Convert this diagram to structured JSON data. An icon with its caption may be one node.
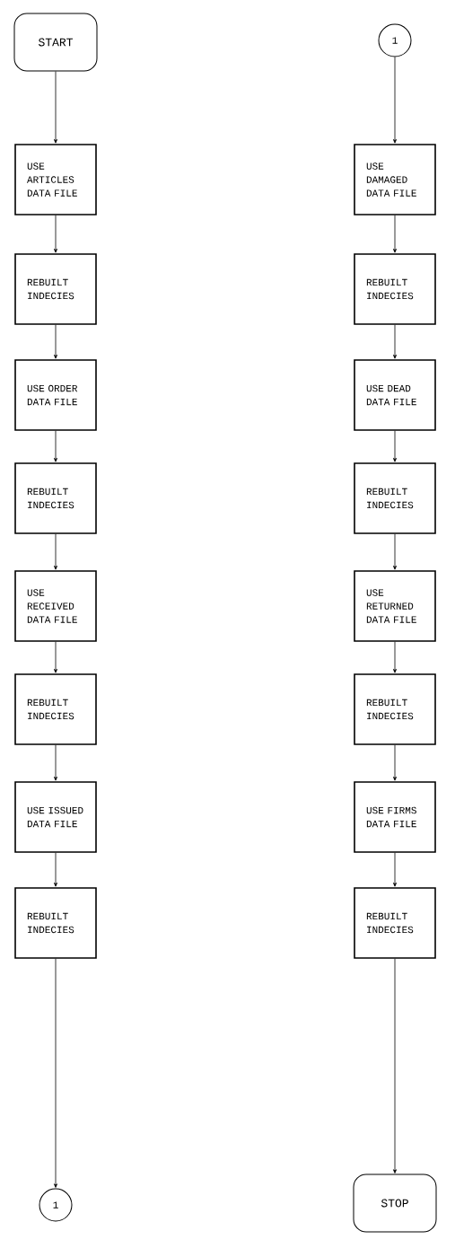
{
  "diagram": {
    "nodes": [
      {
        "text": [
          "START"
        ]
      },
      {
        "text": [
          "USE ARTICLES DATA FILE"
        ]
      },
      {
        "text": [
          "REBUILT INDECIES"
        ]
      },
      {
        "text": [
          "USE ORDER DATA FILE"
        ]
      },
      {
        "text": [
          "REBUILT INDECIES"
        ]
      },
      {
        "text": [
          "USE RECEIVED DATA FILE"
        ]
      },
      {
        "text": [
          "REBUILT INDECIES"
        ]
      },
      {
        "text": [
          "USE ISSUED DATA FILE"
        ]
      },
      {
        "text": [
          "REBUILT INDECIES"
        ]
      },
      {
        "text": [
          "1"
        ]
      },
      {
        "text": [
          "1"
        ]
      },
      {
        "text": [
          "USE DAMAGED DATA FILE"
        ]
      },
      {
        "text": [
          "REBUILT INDECIES"
        ]
      },
      {
        "text": [
          "USE DEAD DATA FILE"
        ]
      },
      {
        "text": [
          "REBUILT INDECIES"
        ]
      },
      {
        "text": [
          "USE RETURNED DATA FILE"
        ]
      },
      {
        "text": [
          "REBUILT INDECIES"
        ]
      },
      {
        "text": [
          "USE FIRMS DATA FILE"
        ]
      },
      {
        "text": [
          "REBUILT INDECIES"
        ]
      },
      {
        "text": [
          "STOP"
        ]
      }
    ],
    "edges": [
      {
        "from": 0,
        "to": 1,
        "arrow": "to"
      },
      {
        "from": 1,
        "to": 2,
        "arrow": "to"
      },
      {
        "from": 2,
        "to": 3,
        "arrow": "to"
      },
      {
        "from": 3,
        "to": 4,
        "arrow": "to"
      },
      {
        "from": 4,
        "to": 5,
        "arrow": "to"
      },
      {
        "from": 5,
        "to": 6,
        "arrow": "to"
      },
      {
        "from": 6,
        "to": 7,
        "arrow": "to"
      },
      {
        "from": 7,
        "to": 8,
        "arrow": "to"
      },
      {
        "from": 8,
        "to": 9,
        "arrow": "to"
      },
      {
        "from": 10,
        "to": 11,
        "arrow": "to"
      },
      {
        "from": 11,
        "to": 12,
        "arrow": "to"
      },
      {
        "from": 12,
        "to": 13,
        "arrow": "to"
      },
      {
        "from": 13,
        "to": 14,
        "arrow": "to"
      },
      {
        "from": 14,
        "to": 15,
        "arrow": "to"
      },
      {
        "from": 15,
        "to": 16,
        "arrow": "to"
      },
      {
        "from": 16,
        "to": 17,
        "arrow": "to"
      },
      {
        "from": 17,
        "to": 18,
        "arrow": "to"
      },
      {
        "from": 18,
        "to": 19,
        "arrow": "to"
      }
    ]
  }
}
